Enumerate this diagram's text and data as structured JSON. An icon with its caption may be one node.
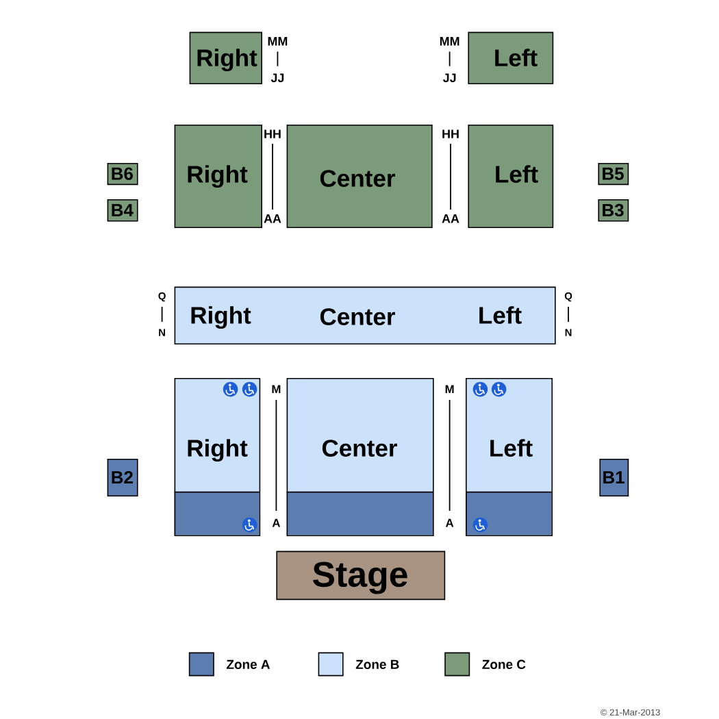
{
  "diagram": {
    "nodes": [
      {
        "text": [
          "Right"
        ]
      },
      {
        "text": [
          "Left"
        ]
      },
      {
        "text": [
          "B6"
        ]
      },
      {
        "text": [
          "Right"
        ]
      },
      {
        "text": [
          "Center"
        ]
      },
      {
        "text": [
          "Left"
        ]
      },
      {
        "text": [
          "B5"
        ]
      },
      {
        "text": [
          "B4"
        ]
      },
      {
        "text": [
          "B3"
        ]
      },
      {
        "text": [
          "Right",
          "Center",
          "Left"
        ]
      },
      {
        "text": [
          "Right"
        ]
      },
      {
        "text": [
          "Center"
        ]
      },
      {
        "text": [
          "Left"
        ]
      },
      {
        "text": [
          "B2"
        ]
      },
      {
        "text": [
          "B1"
        ]
      },
      {
        "text": [
          "Stage"
        ]
      }
    ],
    "labels": [
      "MM",
      "MM",
      "JJ",
      "JJ",
      "HH",
      "HH",
      "AA",
      "AA",
      "Q",
      "Q",
      "N",
      "N",
      "M",
      "M",
      "A",
      "A",
      "© 21-Mar-2013"
    ],
    "legend": [
      {
        "text": "Zone A",
        "color": "#5b7db0"
      },
      {
        "text": "Zone B",
        "color": "#cce2fa"
      },
      {
        "text": "Zone C",
        "color": "#7b9b7b"
      }
    ]
  }
}
